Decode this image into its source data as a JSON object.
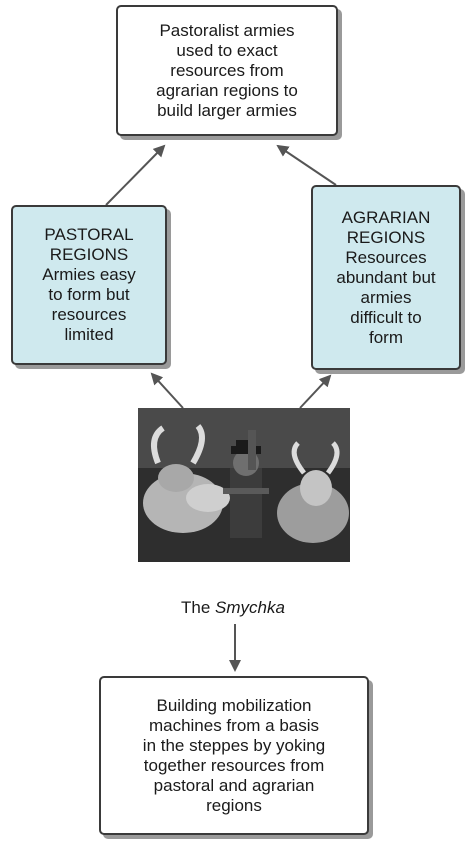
{
  "nodes": {
    "top": "Pastoralist armies\nused to exact\nresources from\nagrarian regions to\nbuild larger armies",
    "left": "PASTORAL\nREGIONS\nArmies easy\nto form but\nresources\nlimited",
    "right": "AGRARIAN\nREGIONS\nResources\nabundant but\narmies\ndifficult to\nform",
    "bottom": "Building mobilization\nmachines from a basis\nin the steppes by yoking\ntogether resources from\npastoral and agrarian\nregions"
  },
  "caption": {
    "prefix": "The ",
    "emphasis": "Smychka"
  },
  "colors": {
    "box_fill_blue": "#cfe9ee",
    "border": "#3a3a3a",
    "arrow": "#555555"
  },
  "photo": {
    "description_icon": "oxen-and-farmer-photo"
  }
}
